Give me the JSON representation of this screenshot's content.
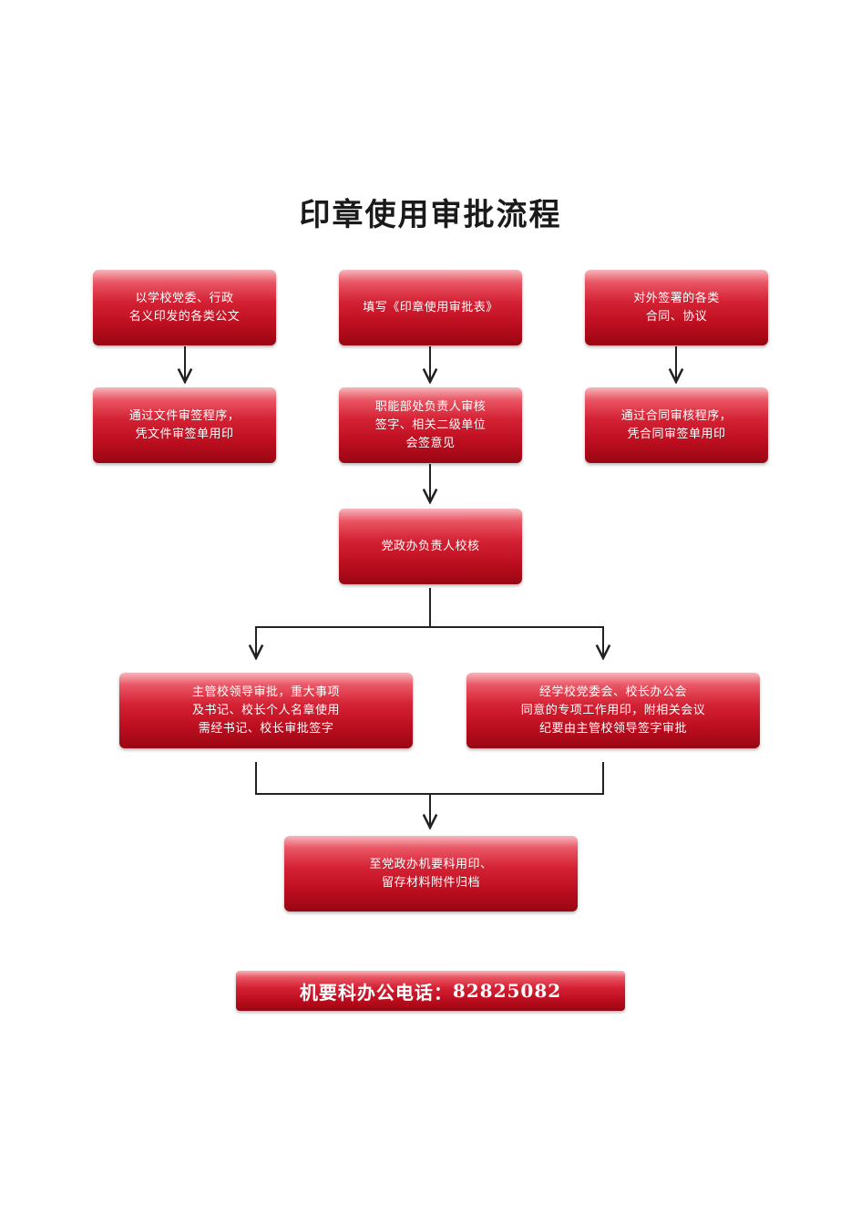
{
  "title": "印章使用审批流程",
  "boxes": {
    "left_top": "以学校党委、行政\n名义印发的各类公文",
    "center_top": "填写《印章使用审批表》",
    "right_top": "对外签署的各类\n合同、协议",
    "left_second": "通过文件审签程序，\n凭文件审签单用印",
    "center_second": "职能部处负责人审核\n签字、相关二级单位\n会签意见",
    "right_second": "通过合同审核程序，\n凭合同审签单用印",
    "center_review": "党政办负责人校核",
    "branch_left": "主管校领导审批，重大事项\n及书记、校长个人名章使用\n需经书记、校长审批签字",
    "branch_right": "经学校党委会、校长办公会\n同意的专项工作用印，附相关会议\n纪要由主管校领导签字审批",
    "final": "至党政办机要科用印、\n留存材料附件归档"
  },
  "phone": {
    "label": "机要科办公电话：",
    "number": "82825082"
  }
}
